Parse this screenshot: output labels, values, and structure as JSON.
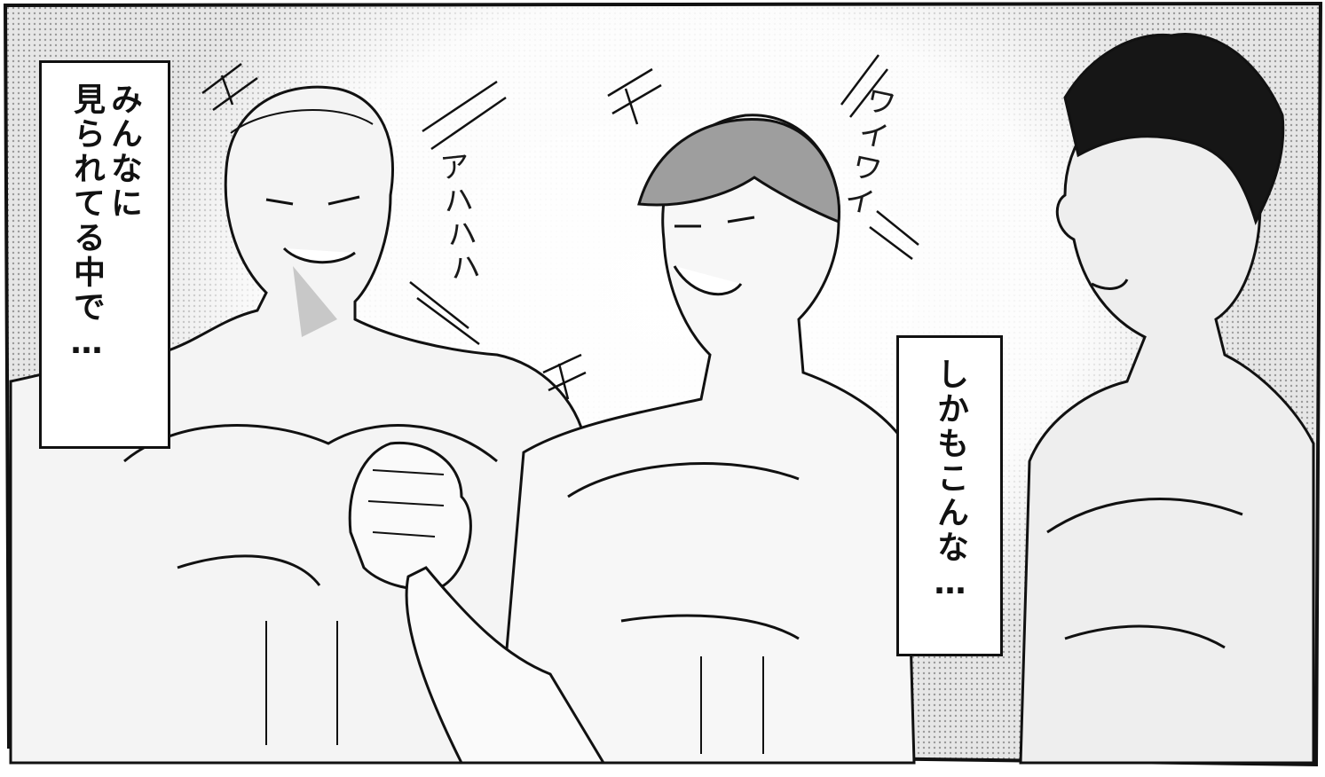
{
  "panel": {
    "caption_left": [
      "みんなに",
      "見られてる中で…"
    ],
    "caption_right": "しかもこんな…",
    "sfx_laugh": "アハハハ",
    "sfx_chatter": "ワイワイ"
  },
  "colors": {
    "ink": "#111111",
    "paper": "#ffffff",
    "screentone": "#cfcfcf",
    "skin_shade": "#bdbdbd"
  }
}
